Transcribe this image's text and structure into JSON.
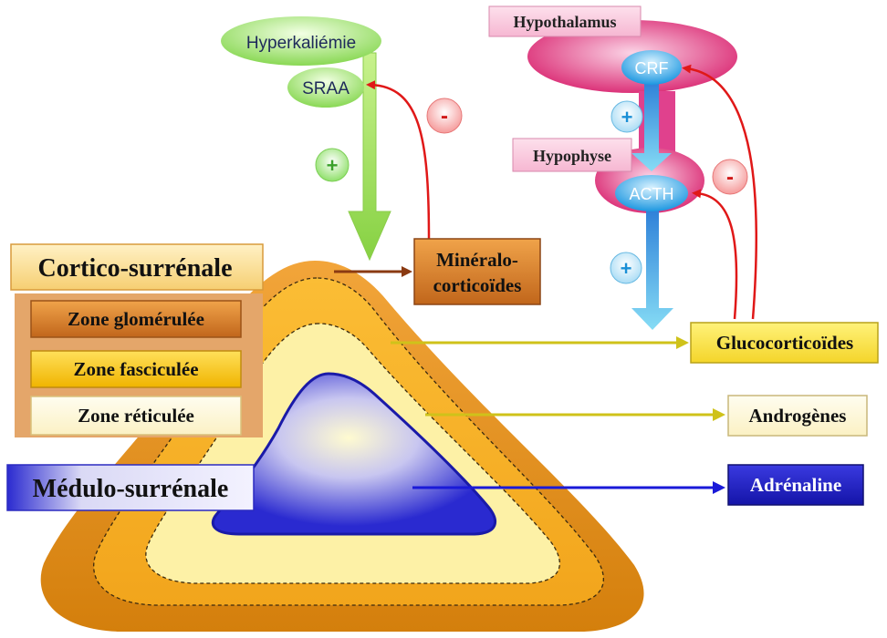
{
  "colors": {
    "orange_outer": "#d98a12",
    "orange_mid": "#f5a623",
    "yellow_band": "#fde48a",
    "cream_band": "#fff6cf",
    "medulla_blue": "#2323c8",
    "green_bubble": "#9be26a",
    "pink_hypothalamus": "#e0418d",
    "cyan_node": "#2aa7e8",
    "arrow_red": "#e01818",
    "arrow_brown": "#8a3a12",
    "arrow_yellow": "#cfc21a",
    "arrow_blue": "#1a1ad8"
  },
  "regulation": {
    "hyperkaliemie": "Hyperkaliémie",
    "sraa": "SRAA",
    "plus_green": "+",
    "minus_left": "-",
    "hypothalamus": "Hypothalamus",
    "crf": "CRF",
    "plus_crf": "+",
    "hypophyse": "Hypophyse",
    "acth": "ACTH",
    "minus_right": "-",
    "plus_acth": "+"
  },
  "zones": {
    "cortico": "Cortico-surrénale",
    "glomerulee": "Zone glomérulée",
    "fasciculee": "Zone fasciculée",
    "reticulee": "Zone réticulée",
    "medulo": "Médulo-surrénale"
  },
  "hormones": {
    "mineralo_line1": "Minéralo-",
    "mineralo_line2": "corticoïdes",
    "gluco": "Glucocorticoïdes",
    "androgenes": "Androgènes",
    "adrenaline": "Adrénaline"
  }
}
